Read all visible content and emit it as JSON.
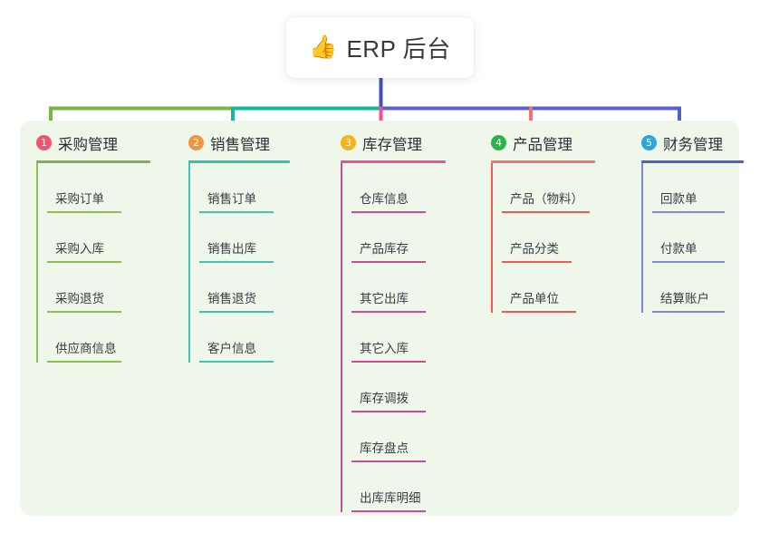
{
  "root": {
    "icon": "thumbs-up-icon",
    "icon_glyph": "👍",
    "title": "ERP 后台"
  },
  "palette": {
    "panel_bg": "#eef7e9",
    "page_bg": "#ffffff",
    "text": "#2d3036",
    "item_text": "#3a3d44",
    "stem": "#3f51b5",
    "bar_left": "#6fb33f",
    "bar_mid": "#13b99a",
    "bar_right": "#5b5fd0"
  },
  "columns": [
    {
      "index": "1",
      "badge_color": "#f2556b",
      "rule_color": "#7ab648",
      "line_color": "#8cc152",
      "title": "采购管理",
      "items": [
        {
          "label": "采购订单"
        },
        {
          "label": "采购入库"
        },
        {
          "label": "采购退货"
        },
        {
          "label": "供应商信息"
        }
      ]
    },
    {
      "index": "2",
      "badge_color": "#f0953d",
      "rule_color": "#28c4b4",
      "line_color": "#3fc5b7",
      "title": "销售管理",
      "items": [
        {
          "label": "销售订单"
        },
        {
          "label": "销售出库"
        },
        {
          "label": "销售退货"
        },
        {
          "label": "客户信息"
        }
      ]
    },
    {
      "index": "3",
      "badge_color": "#f5b419",
      "rule_color": "#ea4fa4",
      "line_color": "#d9479a",
      "title": "库存管理",
      "items": [
        {
          "label": "仓库信息"
        },
        {
          "label": "产品库存"
        },
        {
          "label": "其它出库"
        },
        {
          "label": "其它入库"
        },
        {
          "label": "库存调拨"
        },
        {
          "label": "库存盘点"
        },
        {
          "label": "出库库明细"
        }
      ]
    },
    {
      "index": "4",
      "badge_color": "#2bb24c",
      "rule_color": "#f4736b",
      "line_color": "#ef5a52",
      "title": "产品管理",
      "items": [
        {
          "label": "产品（物料）"
        },
        {
          "label": "产品分类"
        },
        {
          "label": "产品单位"
        }
      ]
    },
    {
      "index": "5",
      "badge_color": "#2ca6e0",
      "rule_color": "#4a63c8",
      "line_color": "#7b8ce0",
      "title": "财务管理",
      "items": [
        {
          "label": "回款单"
        },
        {
          "label": "付款单"
        },
        {
          "label": "结算账户"
        }
      ]
    }
  ]
}
